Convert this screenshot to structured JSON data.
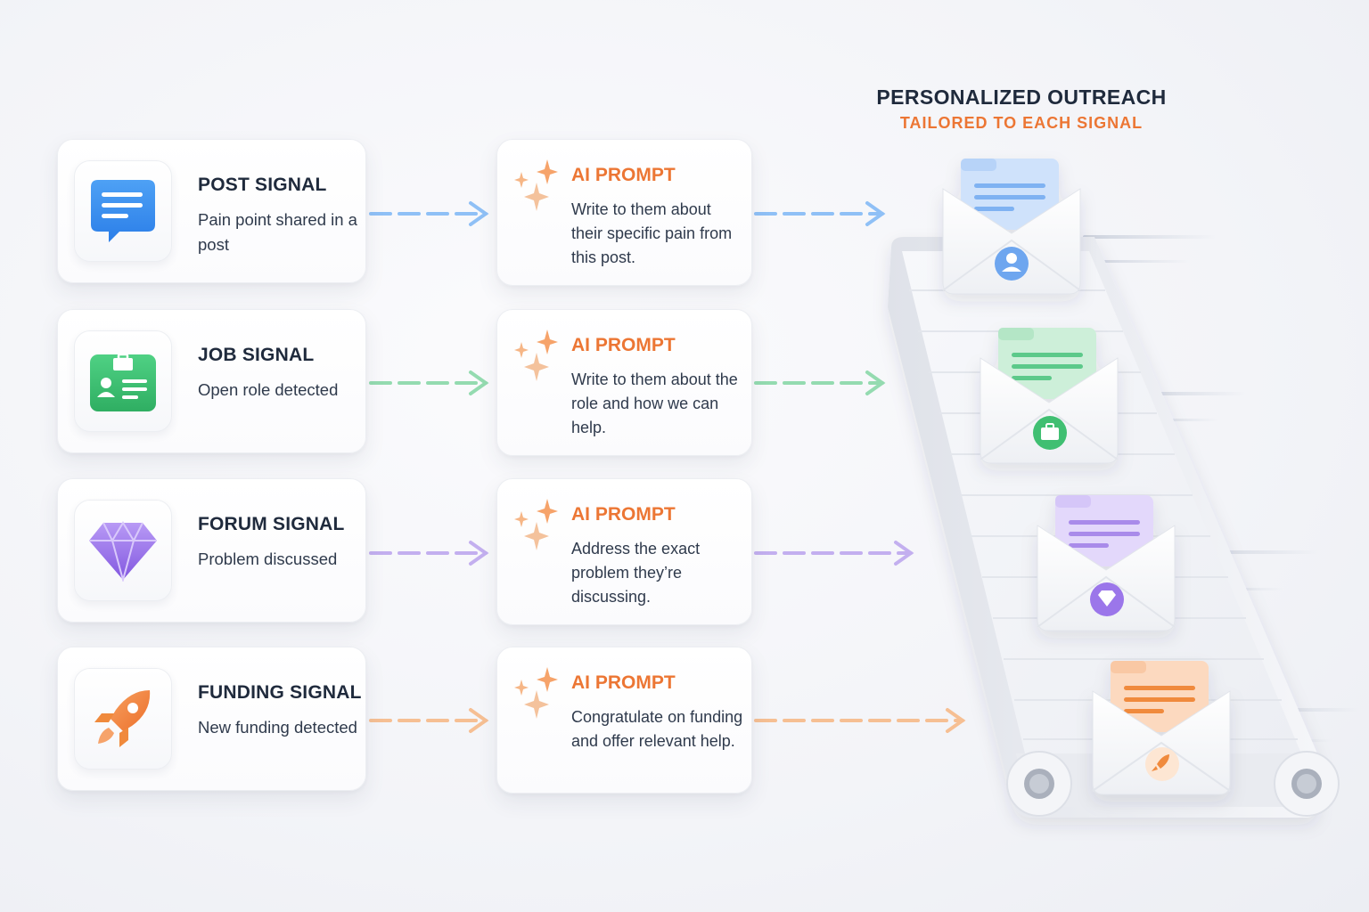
{
  "header": {
    "title": "PERSONALIZED OUTREACH",
    "subtitle": "TAILORED TO EACH SIGNAL"
  },
  "colors": {
    "post": "#3b8ef0",
    "job": "#3fbf72",
    "forum": "#9b76ea",
    "funding": "#f08a3c",
    "accent": "#ec7634",
    "text": "#1f2a3c"
  },
  "rows": [
    {
      "signal": {
        "title": "POST SIGNAL",
        "desc": "Pain point shared in a post",
        "icon": "chat-bubble-icon"
      },
      "prompt": {
        "title": "AI PROMPT",
        "text": "Write to them about their specific pain from this post.",
        "icon": "sparkle-icon"
      },
      "envelope_icon": "person-icon"
    },
    {
      "signal": {
        "title": "JOB SIGNAL",
        "desc": "Open role detected",
        "icon": "id-badge-icon"
      },
      "prompt": {
        "title": "AI PROMPT",
        "text": "Write to them about the role and how we can help.",
        "icon": "sparkle-icon"
      },
      "envelope_icon": "briefcase-icon"
    },
    {
      "signal": {
        "title": "FORUM SIGNAL",
        "desc": "Problem discussed",
        "icon": "gem-icon"
      },
      "prompt": {
        "title": "AI PROMPT",
        "text": "Address the exact problem they’re discussing.",
        "icon": "sparkle-icon"
      },
      "envelope_icon": "gem-icon"
    },
    {
      "signal": {
        "title": "FUNDING SIGNAL",
        "desc": "New funding detected",
        "icon": "rocket-icon"
      },
      "prompt": {
        "title": "AI PROMPT",
        "text": "Congratulate on funding and offer relevant help.",
        "icon": "sparkle-icon"
      },
      "envelope_icon": "rocket-icon"
    }
  ]
}
